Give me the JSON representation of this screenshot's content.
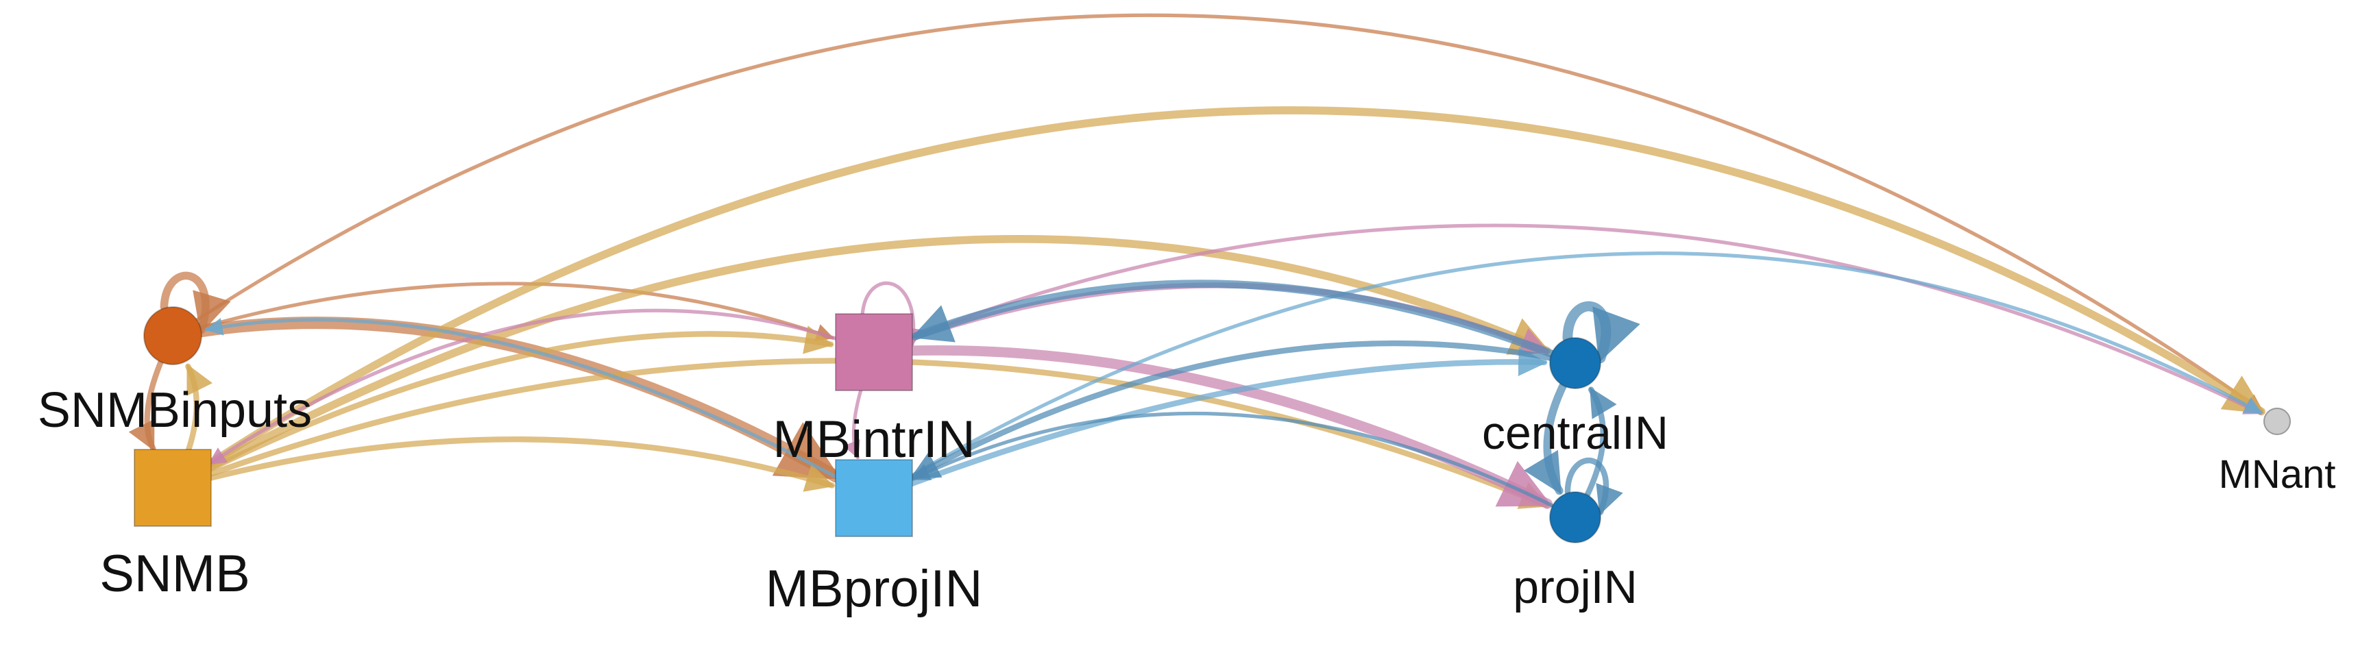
{
  "nodes": [
    {
      "id": "SNMBinputs",
      "label": "SNMBinputs",
      "shape": "circle",
      "color": "#D2601A"
    },
    {
      "id": "SNMB",
      "label": "SNMB",
      "shape": "square",
      "color": "#E49E27"
    },
    {
      "id": "MBintrIN",
      "label": "MBintrIN",
      "shape": "square",
      "color": "#CC79A7"
    },
    {
      "id": "MBprojIN",
      "label": "MBprojIN",
      "shape": "square",
      "color": "#56B4E9"
    },
    {
      "id": "centralIN",
      "label": "centralIN",
      "shape": "circle",
      "color": "#1473B5"
    },
    {
      "id": "projIN",
      "label": "projIN",
      "shape": "circle",
      "color": "#1473B5"
    },
    {
      "id": "MNant",
      "label": "MNant",
      "shape": "circle",
      "color": "#CCCCCC"
    }
  ],
  "edges": [
    {
      "source": "SNMBinputs",
      "target": "MNant",
      "color": "#C77A4A",
      "weight": 1
    },
    {
      "source": "SNMBinputs",
      "target": "MBintrIN",
      "color": "#C77A4A",
      "weight": 1
    },
    {
      "source": "SNMBinputs",
      "target": "MBprojIN",
      "color": "#C77A4A",
      "weight": 5
    },
    {
      "source": "SNMBinputs",
      "target": "SNMB",
      "color": "#C77A4A",
      "weight": 2
    },
    {
      "source": "SNMBinputs",
      "target": "SNMBinputs",
      "color": "#C77A4A",
      "weight": 3
    },
    {
      "source": "SNMB",
      "target": "MNant",
      "color": "#D4A853",
      "weight": 3
    },
    {
      "source": "SNMB",
      "target": "centralIN",
      "color": "#D4A853",
      "weight": 3
    },
    {
      "source": "SNMB",
      "target": "projIN",
      "color": "#D4A853",
      "weight": 2
    },
    {
      "source": "SNMB",
      "target": "MBintrIN",
      "color": "#D4A853",
      "weight": 2
    },
    {
      "source": "SNMB",
      "target": "MBprojIN",
      "color": "#D4A853",
      "weight": 2
    },
    {
      "source": "SNMB",
      "target": "SNMBinputs",
      "color": "#D4A853",
      "weight": 2
    },
    {
      "source": "MBintrIN",
      "target": "projIN",
      "color": "#C983AE",
      "weight": 4
    },
    {
      "source": "MBintrIN",
      "target": "centralIN",
      "color": "#C983AE",
      "weight": 2
    },
    {
      "source": "MBintrIN",
      "target": "MNant",
      "color": "#C983AE",
      "weight": 1
    },
    {
      "source": "MBintrIN",
      "target": "SNMB",
      "color": "#C983AE",
      "weight": 1
    },
    {
      "source": "MBintrIN",
      "target": "MBprojIN",
      "color": "#C983AE",
      "weight": 1
    },
    {
      "source": "MBintrIN",
      "target": "MBintrIN",
      "color": "#C983AE",
      "weight": 1
    },
    {
      "source": "MBprojIN",
      "target": "SNMBinputs",
      "color": "#6AA8CE",
      "weight": 1
    },
    {
      "source": "MBprojIN",
      "target": "MNant",
      "color": "#6AA8CE",
      "weight": 1
    },
    {
      "source": "MBprojIN",
      "target": "centralIN",
      "color": "#6AA8CE",
      "weight": 2
    },
    {
      "source": "centralIN",
      "target": "MBintrIN",
      "color": "#4F8AB4",
      "weight": 3
    },
    {
      "source": "centralIN",
      "target": "MBprojIN",
      "color": "#4F8AB4",
      "weight": 2
    },
    {
      "source": "centralIN",
      "target": "projIN",
      "color": "#4F8AB4",
      "weight": 3
    },
    {
      "source": "centralIN",
      "target": "centralIN",
      "color": "#4F8AB4",
      "weight": 4
    },
    {
      "source": "projIN",
      "target": "MBprojIN",
      "color": "#4F8AB4",
      "weight": 1
    },
    {
      "source": "projIN",
      "target": "centralIN",
      "color": "#4F8AB4",
      "weight": 2
    },
    {
      "source": "projIN",
      "target": "projIN",
      "color": "#4F8AB4",
      "weight": 2
    }
  ]
}
